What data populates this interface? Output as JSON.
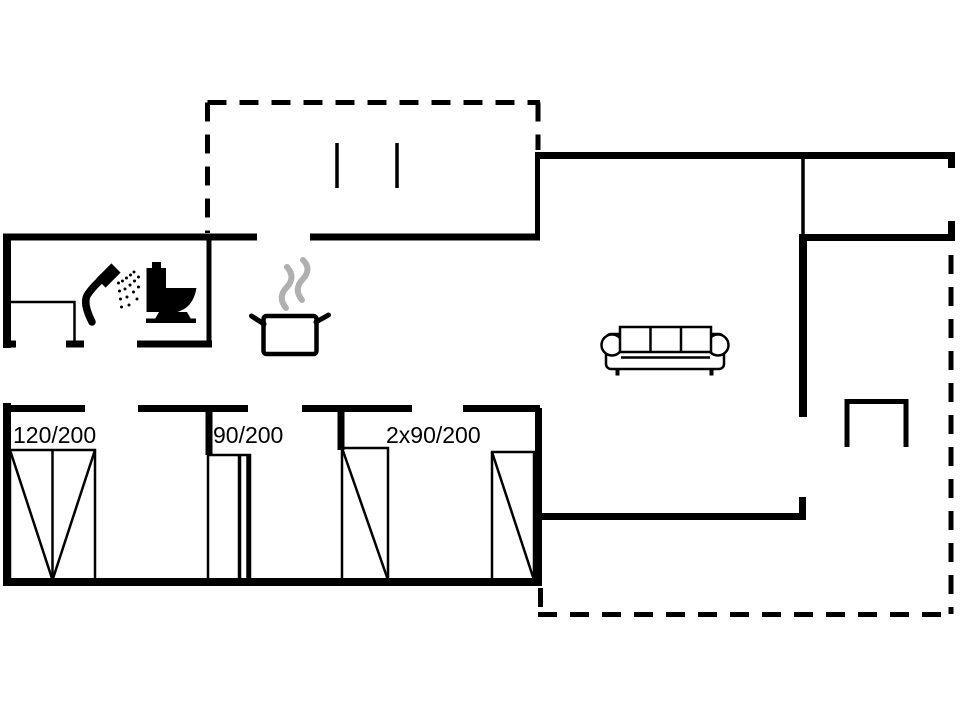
{
  "page": {
    "type": "floor-plan",
    "background_color": "#ffffff",
    "line_color": "#000000",
    "steam_color": "#b0b0b0"
  },
  "plan": {
    "bed_labels": [
      {
        "id": "double-bed",
        "text": "120/200"
      },
      {
        "id": "single-bed",
        "text": "90/200"
      },
      {
        "id": "twin-beds",
        "text": "2x90/200"
      }
    ],
    "icons": [
      "shower-icon",
      "toilet-icon",
      "cooking-pot-icon",
      "steam-icon",
      "sofa-icon",
      "chair-symbol-icon"
    ],
    "outline_styles": {
      "terrace": "dashed",
      "walls": "solid"
    }
  }
}
